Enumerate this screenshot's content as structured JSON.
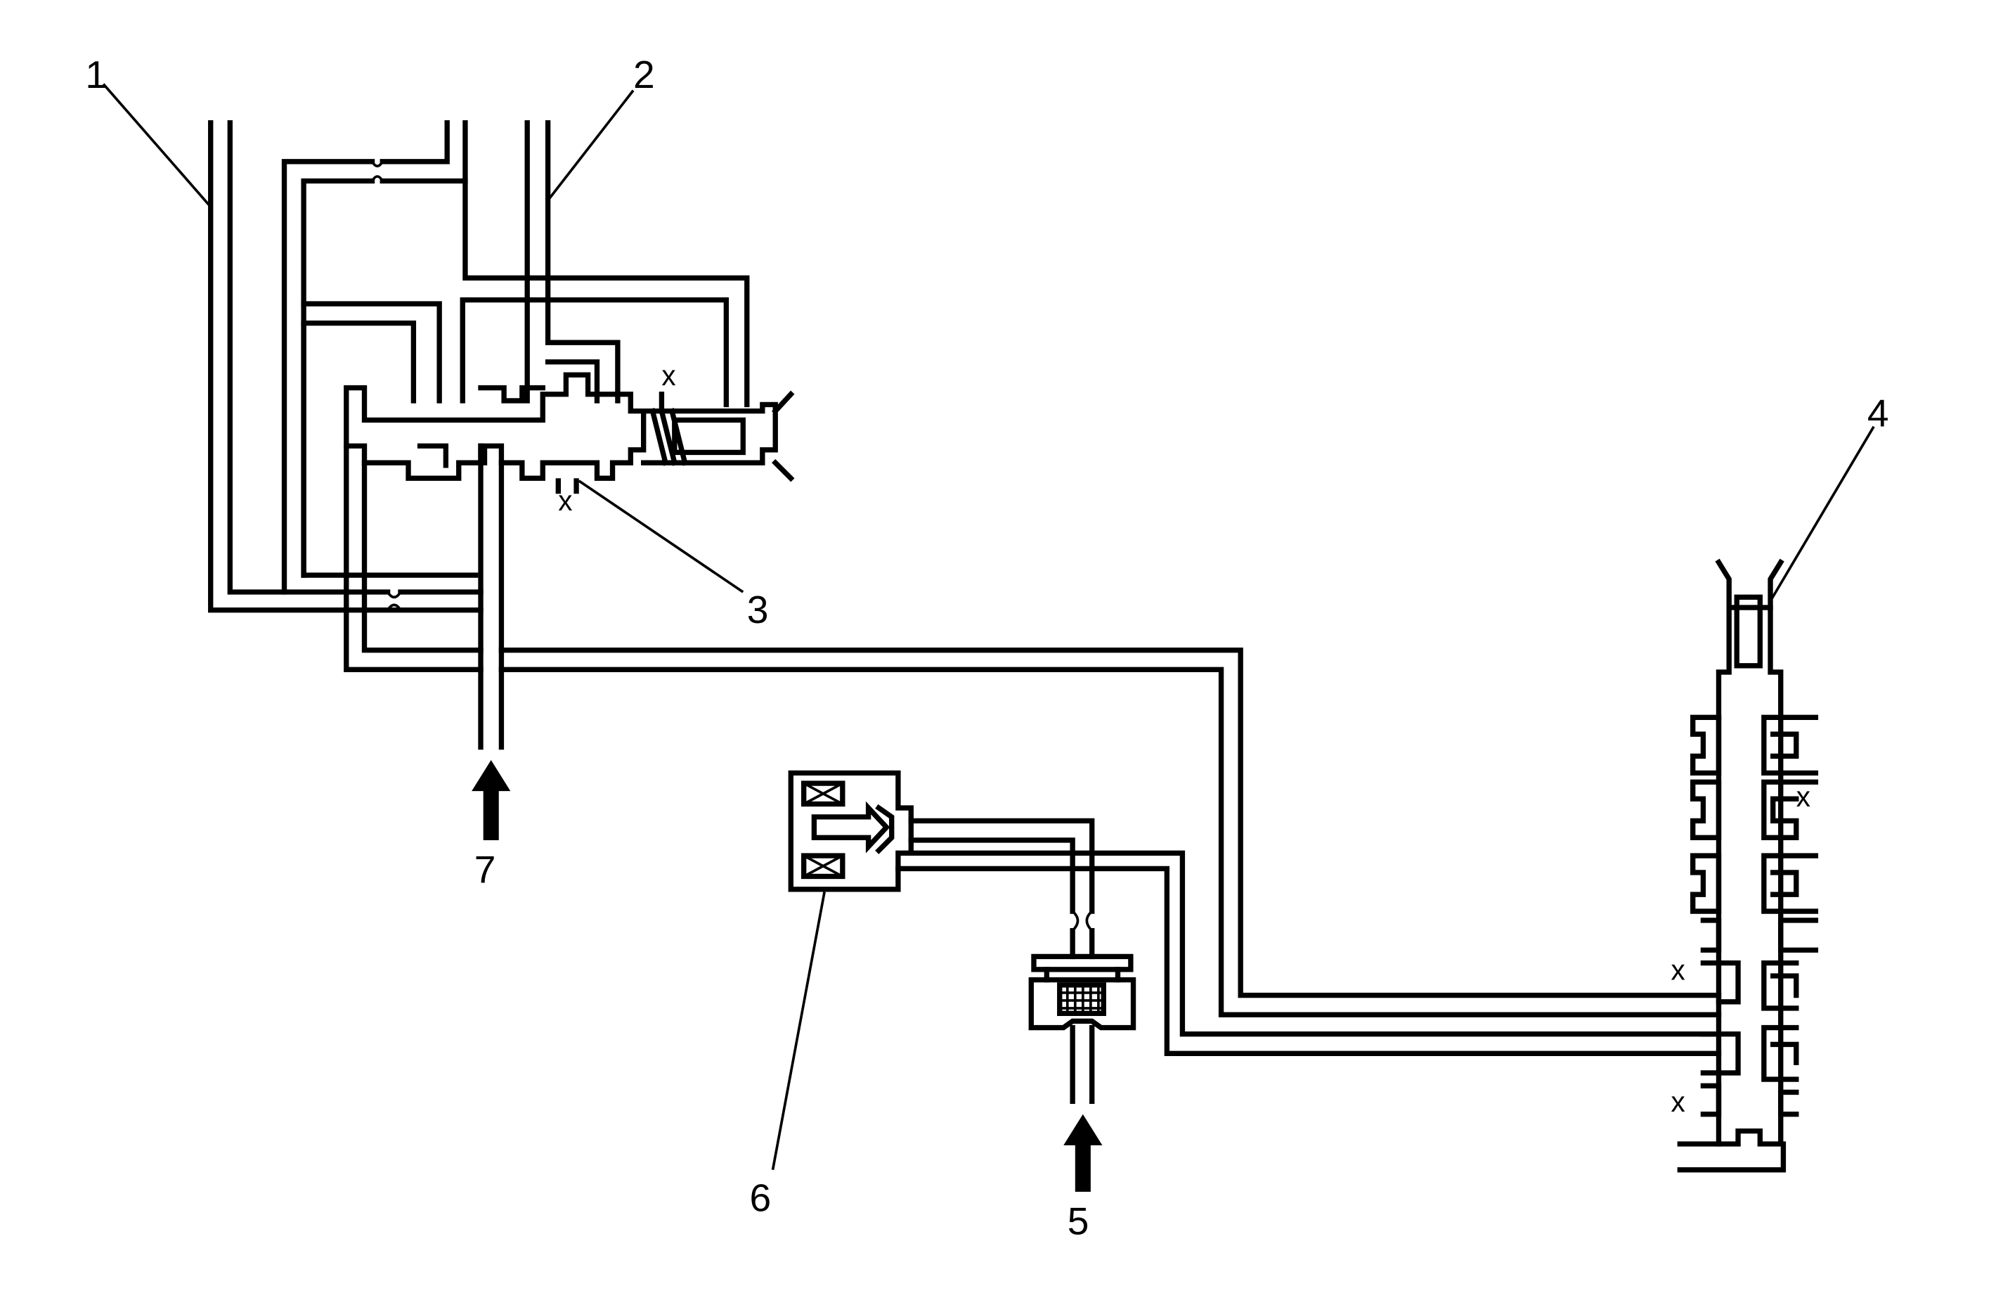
{
  "callouts": [
    {
      "id": "1",
      "label": "1"
    },
    {
      "id": "2",
      "label": "2"
    },
    {
      "id": "3",
      "label": "3"
    },
    {
      "id": "4",
      "label": "4"
    },
    {
      "id": "5",
      "label": "5"
    },
    {
      "id": "6",
      "label": "6"
    },
    {
      "id": "7",
      "label": "7"
    }
  ],
  "exhaust_marks": {
    "label": "x"
  }
}
